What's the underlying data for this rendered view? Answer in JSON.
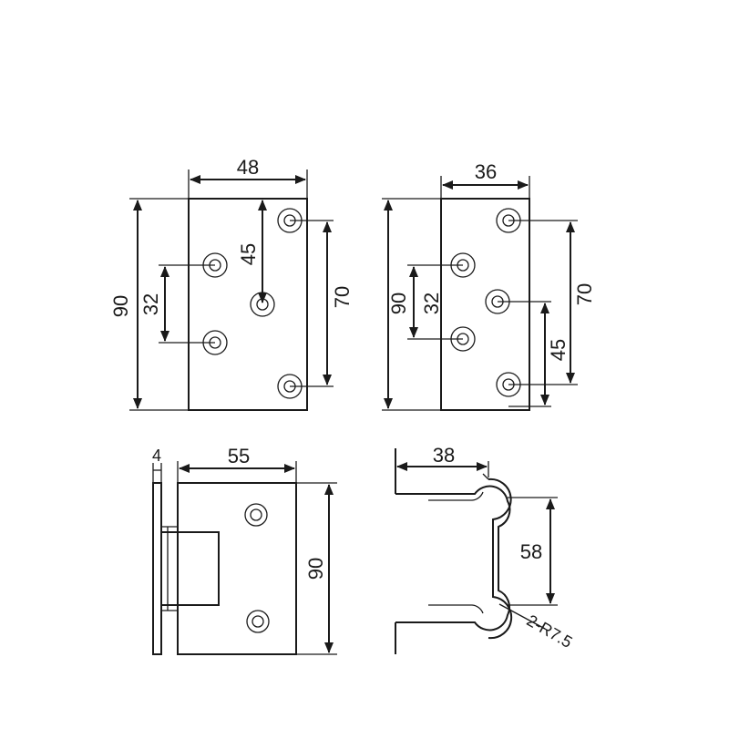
{
  "views": {
    "front_left": {
      "width": "48",
      "height": "90",
      "hole_spacing_left": "32",
      "hole_offset_center": "45",
      "hole_spacing_right": "70"
    },
    "front_right": {
      "width": "36",
      "height": "90",
      "hole_spacing_left": "32",
      "hole_spacing_right": "70",
      "hole_offset_right": "45"
    },
    "side_left": {
      "thickness": "4",
      "width": "55",
      "height": "90"
    },
    "side_right": {
      "width": "38",
      "knuckle_spacing": "58",
      "radius": "2-R7.5"
    }
  }
}
